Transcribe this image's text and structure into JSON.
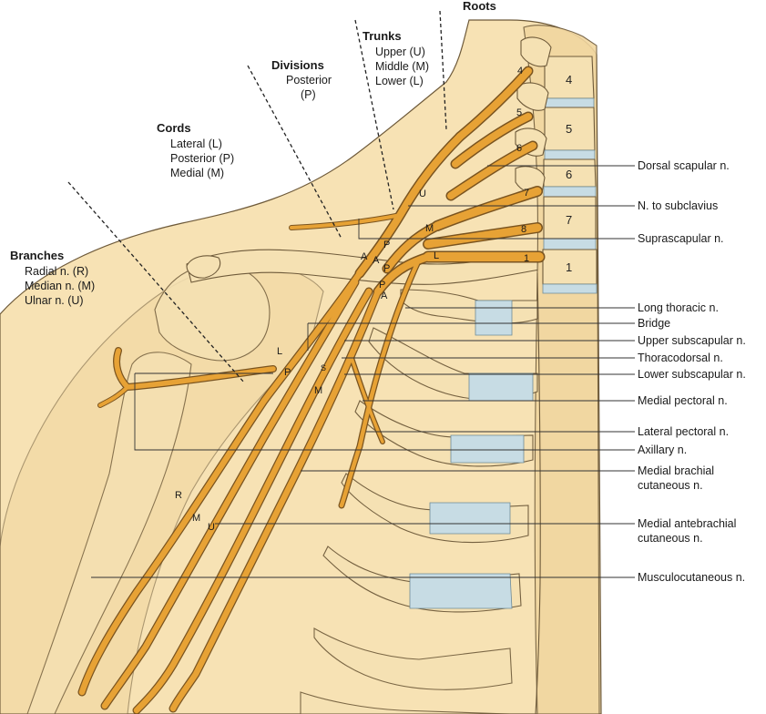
{
  "headers": {
    "roots": "Roots",
    "trunks": "Trunks",
    "divisions": "Divisions",
    "cords": "Cords",
    "branches": "Branches"
  },
  "trunks": [
    "Upper (U)",
    "Middle (M)",
    "Lower (L)"
  ],
  "divisions": [
    "Posterior",
    "(P)"
  ],
  "cords": [
    "Lateral (L)",
    "Posterior (P)",
    "Medial (M)"
  ],
  "branches": [
    "Radial n. (R)",
    "Median n. (M)",
    "Ulnar n. (U)"
  ],
  "right_labels": [
    "Dorsal scapular n.",
    "N. to subclavius",
    "Suprascapular n.",
    "Long thoracic n.",
    "Bridge",
    "Upper subscapular n.",
    "Thoracodorsal n.",
    "Lower subscapular n.",
    "Medial pectoral n.",
    "Lateral pectoral n.",
    "Axillary n.",
    "Medial brachial",
    "cutaneous n.",
    "Medial antebrachial",
    "cutaneous n.",
    "Musculocutaneous n."
  ],
  "vertebrae": [
    "4",
    "5",
    "6",
    "7",
    "1"
  ],
  "root_numbers": [
    "4",
    "5",
    "6",
    "7",
    "8",
    "1"
  ],
  "plexus_letters": {
    "trunk_upper": "U",
    "trunk_middle": "M",
    "trunk_lower": "L",
    "div_posterior": "P",
    "div_anterior_1": "A",
    "div_anterior_2": "A",
    "div_posterior_2": "P",
    "div_posterior_3": "P",
    "div_anterior_3": "A",
    "cord_lateral": "L",
    "cord_posterior": "P",
    "cord_medial": "M",
    "cord_small": "S",
    "branch_radial": "R",
    "branch_median": "M",
    "branch_ulnar": "U"
  }
}
